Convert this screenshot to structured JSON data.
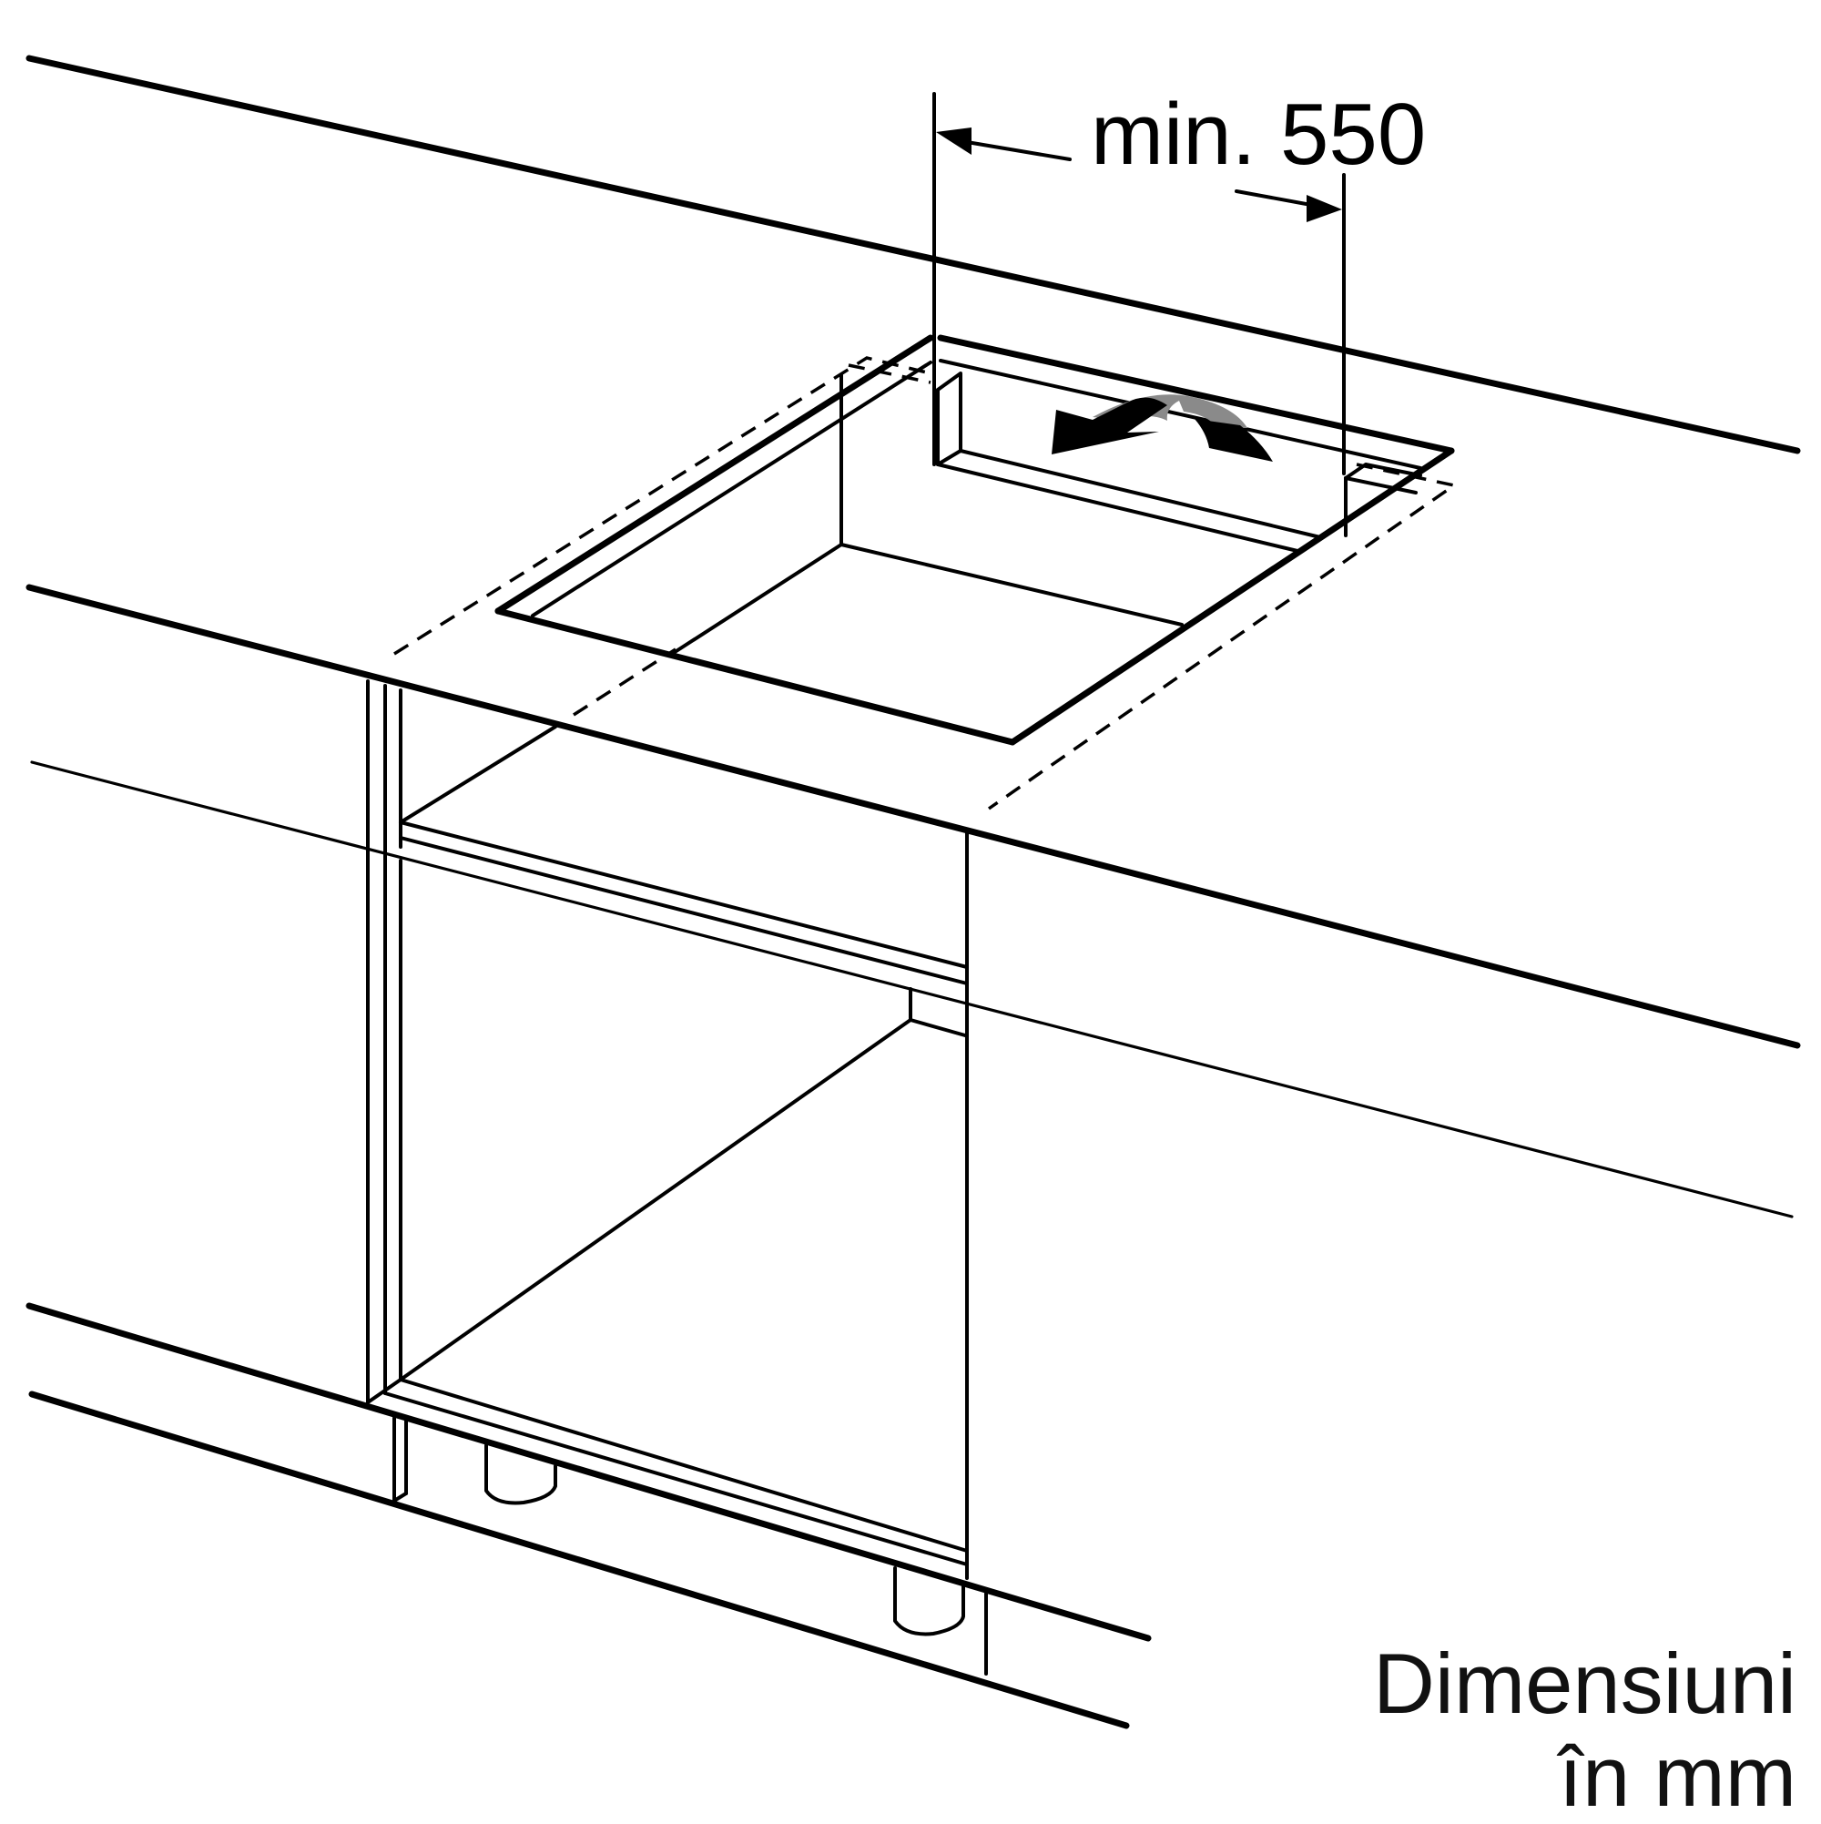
{
  "diagram": {
    "title": "Hob installation cut-out in worktop above base cabinet",
    "dimension": {
      "label": "min. 550",
      "value": 550,
      "qualifier": "min.",
      "arrow_style": "dimension-arrows-inward"
    },
    "units_note": {
      "line1": "Dimensiuni",
      "line2": "în mm"
    },
    "rotation_arrow": {
      "icon": "curved-insert-arrow-icon",
      "colors": {
        "front": "#000000",
        "back": "#8a8a8a"
      }
    },
    "colors": {
      "line": "#000000",
      "background": "#ffffff",
      "accent_gray": "#8a8a8a"
    }
  }
}
